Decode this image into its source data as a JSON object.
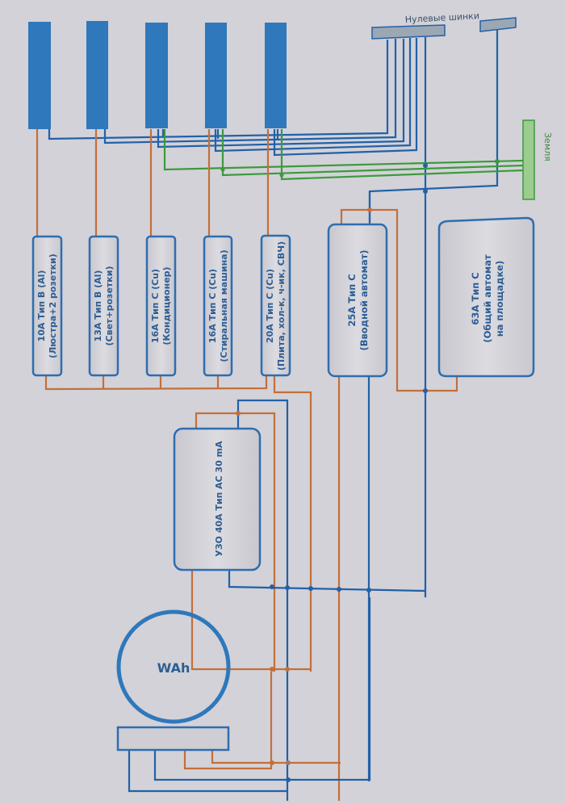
{
  "colors": {
    "background": "#d3d2d8",
    "phase_wire": "#c46f3a",
    "neutral_wire": "#2261a8",
    "earth_wire": "#3c9a3c",
    "breaker_bar": "#2e78bb",
    "box_outline": "#2e6db0",
    "neutral_bus_fill": "#9ca7b4",
    "earth_bus_fill": "#9ccc8e"
  },
  "labels": {
    "neutral_buses": "Нулевые шинки",
    "earth_bus": "Земля",
    "meter": "WAh"
  },
  "breakers": [
    {
      "rating": "10A Тип B (Al)",
      "purpose": "(Люстра+2 розетки)"
    },
    {
      "rating": "13A Тип B (Al)",
      "purpose": "(Свет+розетки)"
    },
    {
      "rating": "16A Тип C (Cu)",
      "purpose": "(Кондиционер)"
    },
    {
      "rating": "16A Тип C (Cu)",
      "purpose": "(Стиральная машина)"
    },
    {
      "rating": "20A Тип C (Cu)",
      "purpose": "(Плита, хол-к, ч-ик, СВЧ)"
    }
  ],
  "main_breaker": {
    "rating": "25A Тип C",
    "purpose": "(Вводной автомат)"
  },
  "common_breaker": {
    "rating": "63A Тип C",
    "purpose": "(Общий автомат",
    "purpose2": "на площадке)"
  },
  "rcd": {
    "label": "УЗО 40A Тип АС 30 mA"
  }
}
